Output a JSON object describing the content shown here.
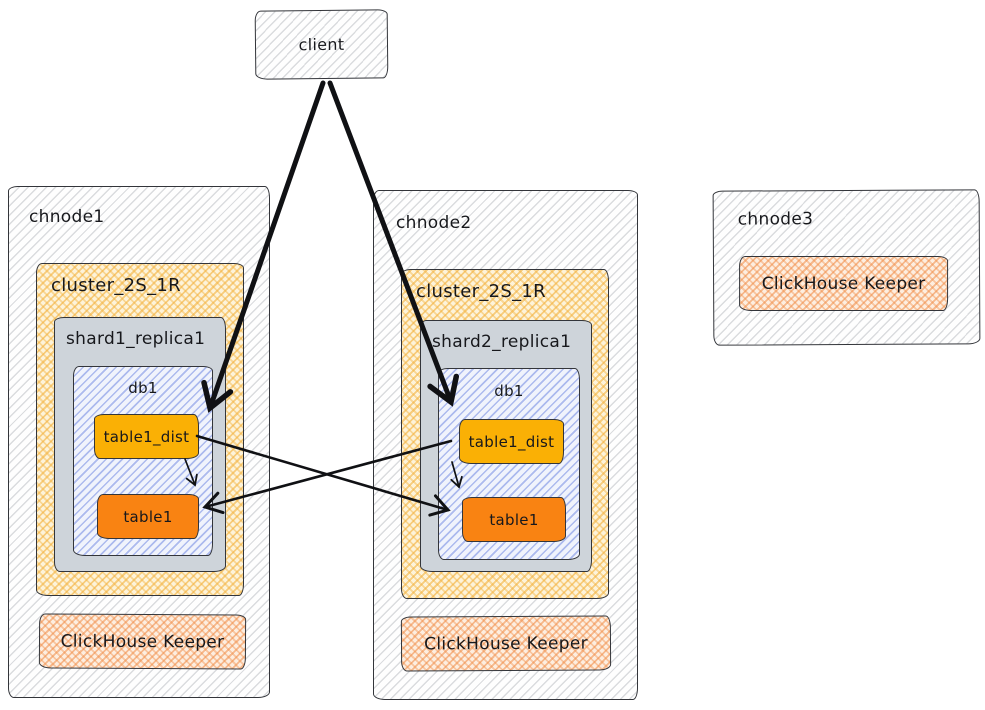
{
  "client": {
    "label": "client"
  },
  "nodes": [
    {
      "label": "chnode1",
      "cluster_label": "cluster_2S_1R",
      "shard_label": "shard1_replica1",
      "db_label": "db1",
      "table_dist_label": "table1_dist",
      "table_label": "table1",
      "keeper_label": "ClickHouse Keeper"
    },
    {
      "label": "chnode2",
      "cluster_label": "cluster_2S_1R",
      "shard_label": "shard2_replica1",
      "db_label": "db1",
      "table_dist_label": "table1_dist",
      "table_label": "table1",
      "keeper_label": "ClickHouse Keeper"
    },
    {
      "label": "chnode3",
      "keeper_label": "ClickHouse Keeper"
    }
  ],
  "edges": [
    {
      "from": "client",
      "to": "chnode1.table1_dist",
      "style": "thick"
    },
    {
      "from": "client",
      "to": "chnode2.table1_dist",
      "style": "thick"
    },
    {
      "from": "chnode1.table1_dist",
      "to": "chnode2.table1",
      "style": "medium"
    },
    {
      "from": "chnode2.table1_dist",
      "to": "chnode1.table1",
      "style": "medium"
    },
    {
      "from": "chnode1.table1_dist",
      "to": "chnode1.table1",
      "style": "thin"
    },
    {
      "from": "chnode2.table1_dist",
      "to": "chnode2.table1",
      "style": "thin"
    }
  ],
  "colors": {
    "stroke": "#33353a",
    "arrow": "#101114",
    "node_hatch": "#878c96",
    "cluster_hatch": "#f3b23e",
    "shard_fill": "#ced4da",
    "db_hatch": "#627cde",
    "table_dist_fill": "#fab005",
    "table_fill": "#f98312",
    "keeper_hatch": "#f08c46"
  }
}
